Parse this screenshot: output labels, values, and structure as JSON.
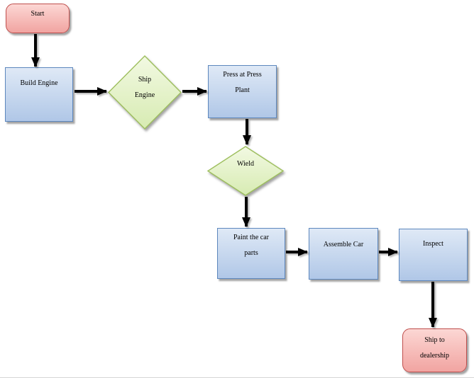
{
  "diagram": {
    "type": "flowchart",
    "nodes": {
      "start": {
        "shape": "terminator",
        "line1": "Start"
      },
      "build_engine": {
        "shape": "process",
        "line1": "Build Engine"
      },
      "ship_engine": {
        "shape": "decision",
        "line1": "Ship",
        "line2": "Engine"
      },
      "press_plant": {
        "shape": "process",
        "line1": "Press at Press",
        "line2": "Plant"
      },
      "wield": {
        "shape": "decision",
        "line1": "Wield"
      },
      "paint_car_parts": {
        "shape": "process",
        "line1": "Paint the car",
        "line2": "parts"
      },
      "assemble_car": {
        "shape": "process",
        "line1": "Assemble Car"
      },
      "inspect": {
        "shape": "process",
        "line1": "Inspect"
      },
      "ship_to_dealership": {
        "shape": "terminator",
        "line1": "Ship to",
        "line2": "dealership"
      }
    },
    "connectors": [
      {
        "from": "start",
        "to": "build_engine"
      },
      {
        "from": "build_engine",
        "to": "ship_engine"
      },
      {
        "from": "ship_engine",
        "to": "press_plant"
      },
      {
        "from": "press_plant",
        "to": "wield"
      },
      {
        "from": "wield",
        "to": "paint_car_parts"
      },
      {
        "from": "paint_car_parts",
        "to": "assemble_car"
      },
      {
        "from": "assemble_car",
        "to": "inspect"
      },
      {
        "from": "inspect",
        "to": "ship_to_dealership"
      }
    ],
    "colors": {
      "process_fill_top": "#dfe9f6",
      "process_fill_bottom": "#b0c7e7",
      "process_border": "#5d87bd",
      "decision_fill_top": "#f2f9e2",
      "decision_fill_bottom": "#d7ebb2",
      "decision_border": "#9ebf5e",
      "terminator_fill_top": "#fcd7d4",
      "terminator_fill_bottom": "#f1a4a1",
      "terminator_border": "#bf4e4c",
      "arrow": "#000000",
      "background": "#ffffff"
    }
  }
}
